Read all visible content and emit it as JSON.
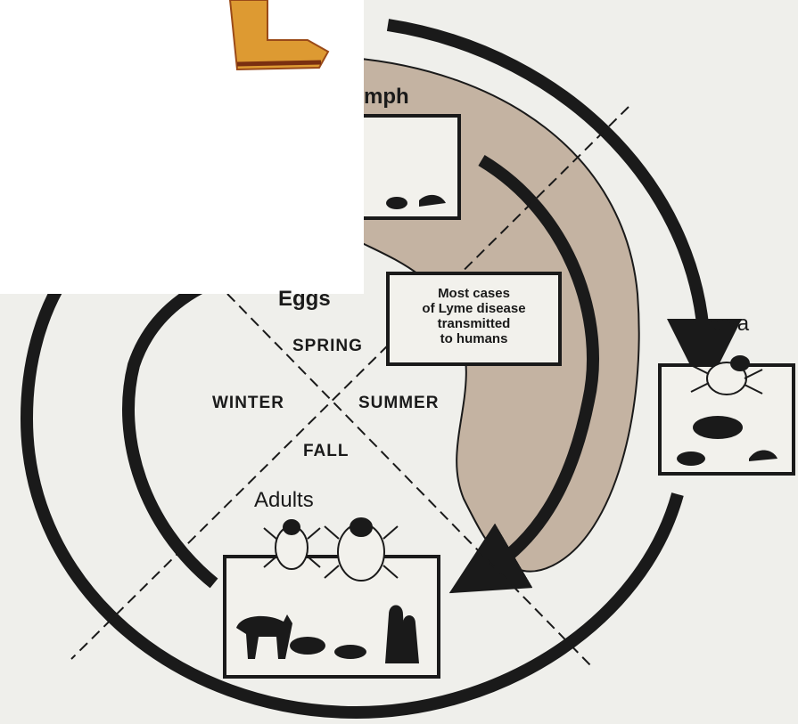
{
  "diagram": {
    "seasons": {
      "spring": "SPRING",
      "summer": "SUMMER",
      "fall": "FALL",
      "winter": "WINTER"
    },
    "stages": {
      "eggs": "Eggs",
      "larva": "Larva",
      "nymph": "mph",
      "adults": "Adults"
    },
    "note": {
      "line1": "Most cases",
      "line2": "of Lyme disease",
      "line3": "transmitted",
      "line4": "to humans"
    },
    "colors": {
      "ink": "#1a1a1a",
      "shaded_region": "#c4b3a2",
      "background": "#efefeb"
    }
  }
}
